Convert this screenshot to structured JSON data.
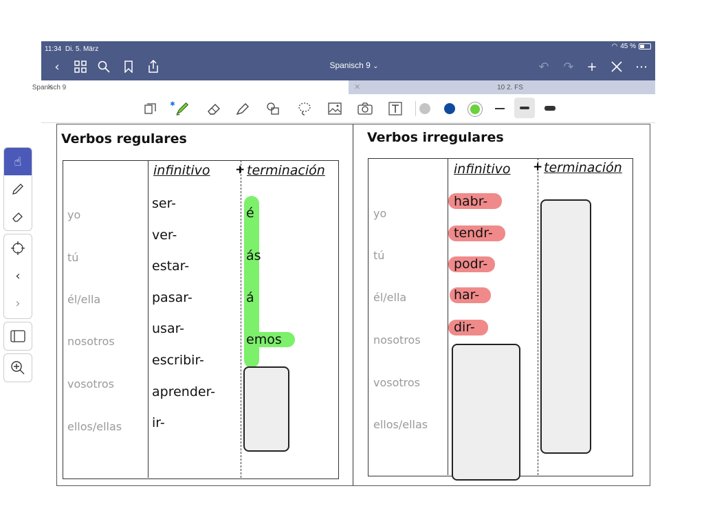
{
  "status": {
    "time": "11:34",
    "date": "Di. 5. März",
    "battery": "45 %"
  },
  "nav": {
    "title": "Spanisch 9",
    "title_chevron": "⌄"
  },
  "tabs": [
    {
      "label": "Spanisch 9"
    },
    {
      "label": "10 2. FS"
    }
  ],
  "toolbar_colors": {
    "gray": "#c4c4c4",
    "blue": "#0f4aa0",
    "green": "#6bd13c"
  },
  "left": {
    "heading": "Verbos regulares",
    "col_infinitive": "infinitivo",
    "plus": "+",
    "col_ending": "terminación",
    "pronouns": [
      "yo",
      "tú",
      "él/ella",
      "nosotros",
      "vosotros",
      "ellos/ellas"
    ],
    "verbs": [
      "ser-",
      "ver-",
      "estar-",
      "pasar-",
      "usar-",
      "escribir-",
      "aprender-",
      "ir-"
    ],
    "endings": [
      "é",
      "ás",
      "á",
      "emos"
    ]
  },
  "right": {
    "heading": "Verbos irregulares",
    "col_infinitive": "infinitivo",
    "plus": "+",
    "col_ending": "terminación",
    "pronouns": [
      "yo",
      "tú",
      "él/ella",
      "nosotros",
      "vosotros",
      "ellos/ellas"
    ],
    "stems": [
      "habr-",
      "tendr-",
      "podr-",
      "har-",
      "dir-"
    ]
  }
}
